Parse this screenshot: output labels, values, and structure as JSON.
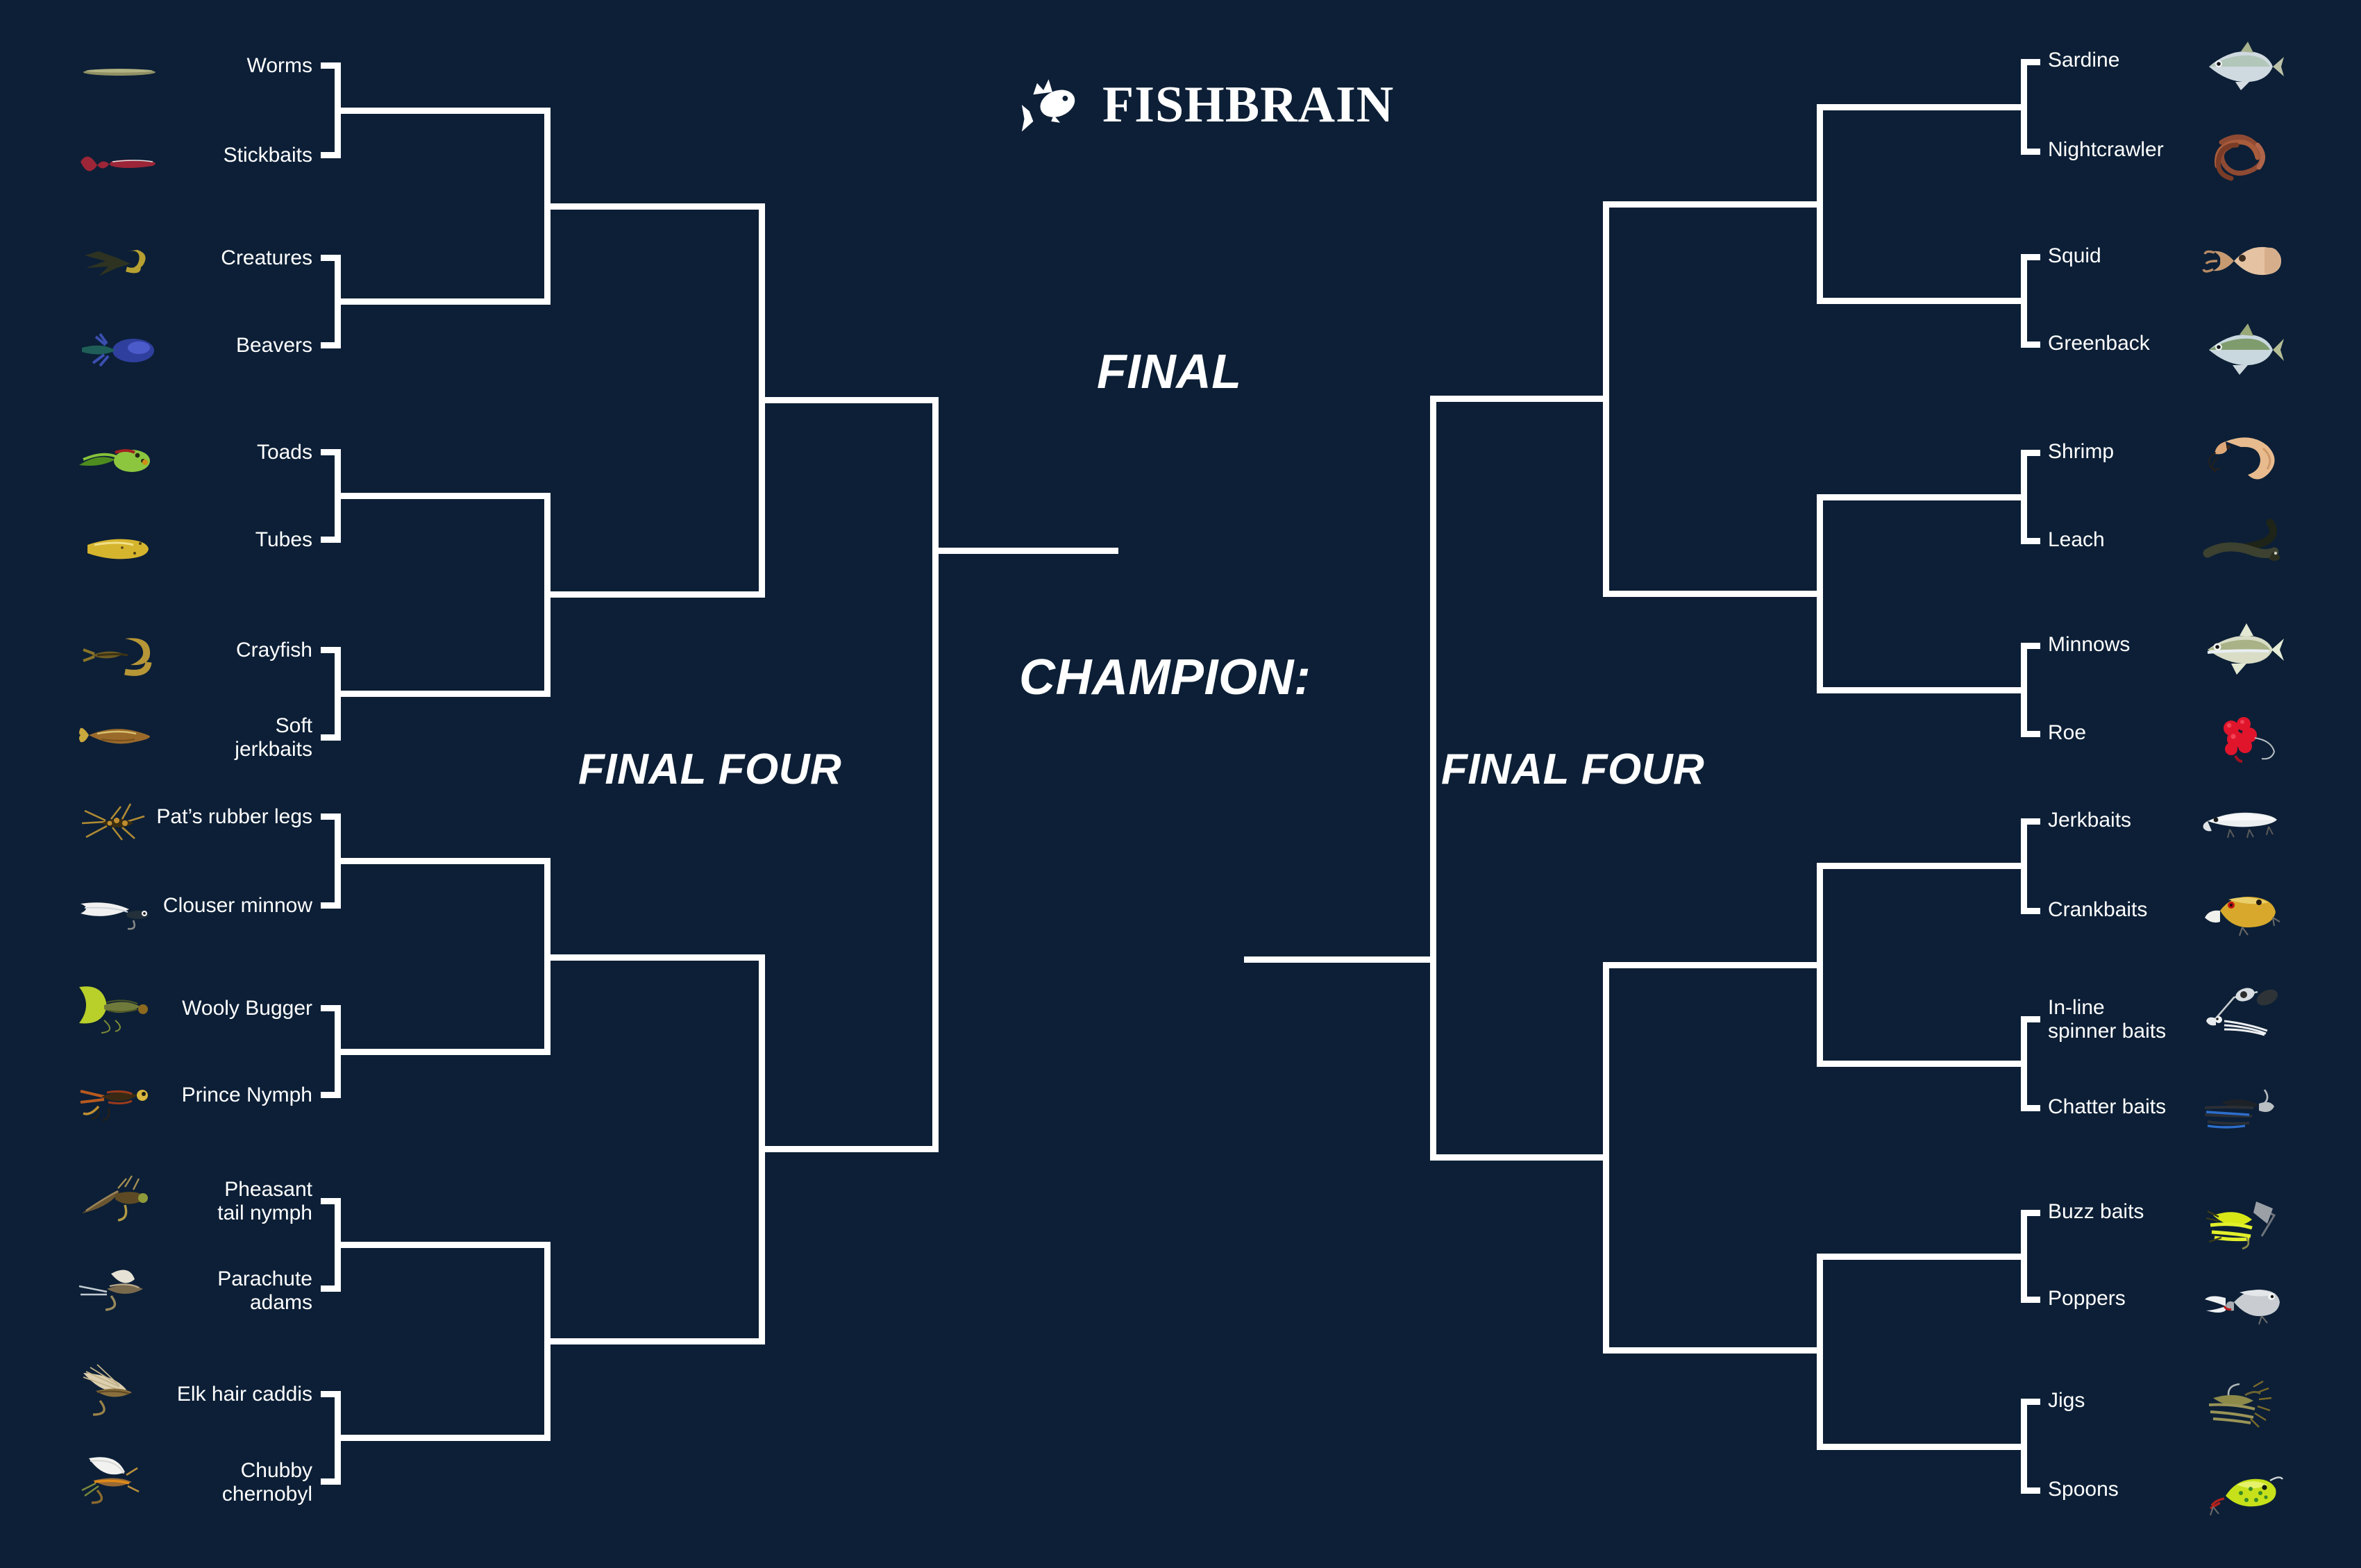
{
  "brand": {
    "name": "FISHBRAIN",
    "logo_icon": "crowned-fish-icon",
    "background_color": "#0c1f36",
    "line_color": "#ffffff",
    "text_color": "#ffffff"
  },
  "banners": {
    "final": "FINAL",
    "champion": "CHAMPION:",
    "final_four_left": "FINAL FOUR",
    "final_four_right": "FINAL FOUR"
  },
  "bracket": {
    "type": "single-elimination",
    "rounds": 5,
    "total_competitors": 32,
    "left": {
      "regions": [
        {
          "name": "soft-plastics",
          "matchups": [
            {
              "slots": [
                {
                  "label": "Worms",
                  "icon": "worm-lure-icon"
                },
                {
                  "label": "Stickbaits",
                  "icon": "stickbait-lure-icon"
                }
              ]
            },
            {
              "slots": [
                {
                  "label": "Creatures",
                  "icon": "creature-lure-icon"
                },
                {
                  "label": "Beavers",
                  "icon": "beaver-lure-icon"
                }
              ]
            },
            {
              "slots": [
                {
                  "label": "Toads",
                  "icon": "toad-frog-lure-icon"
                },
                {
                  "label": "Tubes",
                  "icon": "tube-lure-icon"
                }
              ]
            },
            {
              "slots": [
                {
                  "label": "Crayfish",
                  "icon": "crayfish-lure-icon"
                },
                {
                  "label": "Soft\njerkbaits",
                  "icon": "soft-jerkbait-lure-icon"
                }
              ]
            }
          ]
        },
        {
          "name": "flies",
          "matchups": [
            {
              "slots": [
                {
                  "label": "Pat’s rubber legs",
                  "icon": "stonefly-nymph-icon"
                },
                {
                  "label": "Clouser minnow",
                  "icon": "clouser-minnow-fly-icon"
                }
              ]
            },
            {
              "slots": [
                {
                  "label": "Wooly Bugger",
                  "icon": "wooly-bugger-fly-icon"
                },
                {
                  "label": "Prince Nymph",
                  "icon": "prince-nymph-fly-icon"
                }
              ]
            },
            {
              "slots": [
                {
                  "label": "Pheasant\ntail nymph",
                  "icon": "pheasant-tail-nymph-icon"
                },
                {
                  "label": "Parachute\nadams",
                  "icon": "parachute-adams-fly-icon"
                }
              ]
            },
            {
              "slots": [
                {
                  "label": "Elk hair caddis",
                  "icon": "elk-hair-caddis-fly-icon"
                },
                {
                  "label": "Chubby\nchernobyl",
                  "icon": "chubby-chernobyl-fly-icon"
                }
              ]
            }
          ]
        }
      ]
    },
    "right": {
      "regions": [
        {
          "name": "live-bait",
          "matchups": [
            {
              "slots": [
                {
                  "label": "Sardine",
                  "icon": "sardine-fish-icon"
                },
                {
                  "label": "Nightcrawler",
                  "icon": "nightcrawler-worm-icon"
                }
              ]
            },
            {
              "slots": [
                {
                  "label": "Squid",
                  "icon": "squid-icon"
                },
                {
                  "label": "Greenback",
                  "icon": "greenback-fish-icon"
                }
              ]
            },
            {
              "slots": [
                {
                  "label": "Shrimp",
                  "icon": "shrimp-icon"
                },
                {
                  "label": "Leach",
                  "icon": "leech-icon"
                }
              ]
            },
            {
              "slots": [
                {
                  "label": "Minnows",
                  "icon": "minnow-fish-icon"
                },
                {
                  "label": "Roe",
                  "icon": "roe-eggs-icon"
                }
              ]
            }
          ]
        },
        {
          "name": "hard-baits",
          "matchups": [
            {
              "slots": [
                {
                  "label": "Jerkbaits",
                  "icon": "jerkbait-lure-icon"
                },
                {
                  "label": "Crankbaits",
                  "icon": "crankbait-lure-icon"
                }
              ]
            },
            {
              "slots": [
                {
                  "label": "In-line\nspinner baits",
                  "icon": "inline-spinner-bait-icon"
                },
                {
                  "label": "Chatter baits",
                  "icon": "chatter-bait-icon"
                }
              ]
            },
            {
              "slots": [
                {
                  "label": "Buzz baits",
                  "icon": "buzz-bait-icon"
                },
                {
                  "label": "Poppers",
                  "icon": "popper-lure-icon"
                }
              ]
            },
            {
              "slots": [
                {
                  "label": "Jigs",
                  "icon": "jig-lure-icon"
                },
                {
                  "label": "Spoons",
                  "icon": "spoon-lure-icon"
                }
              ]
            }
          ]
        }
      ]
    }
  }
}
